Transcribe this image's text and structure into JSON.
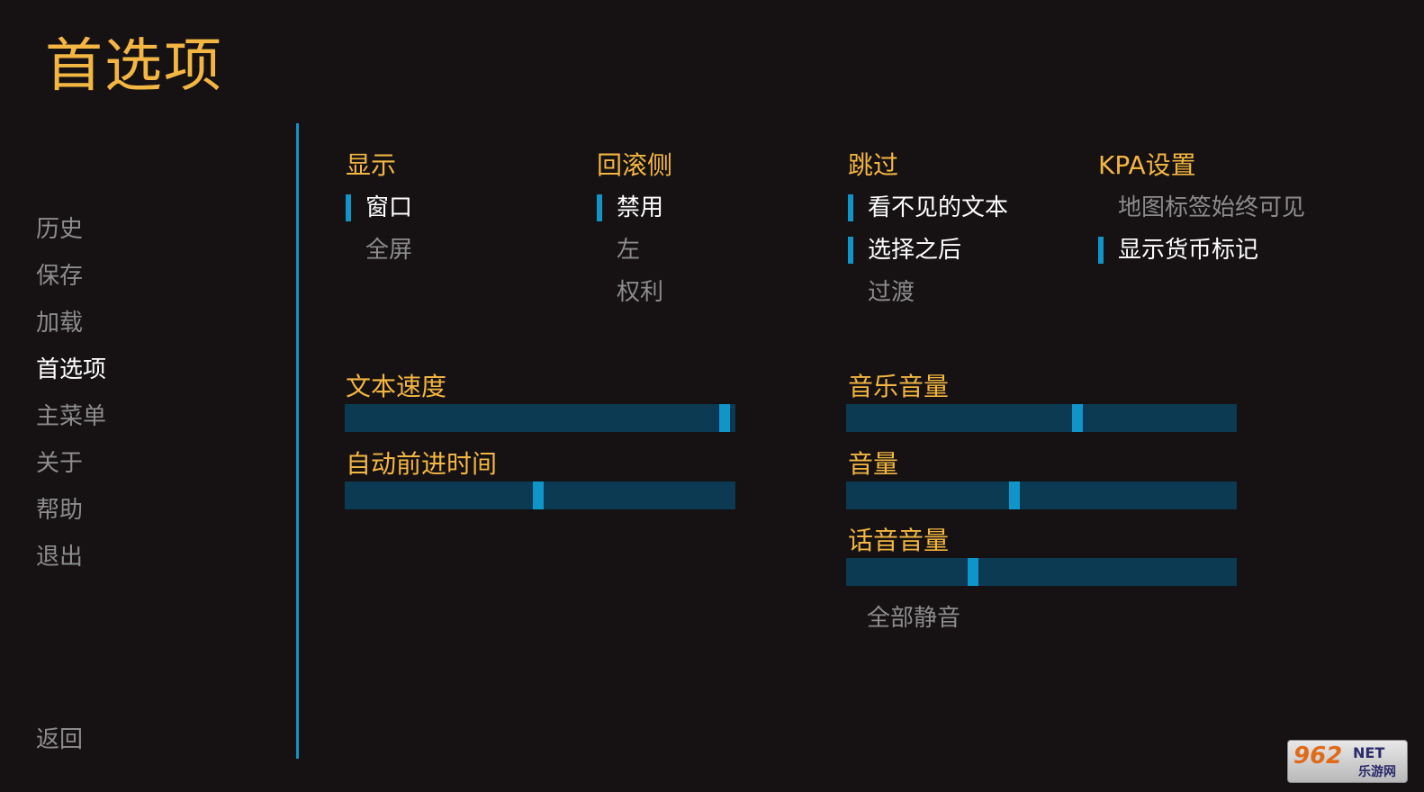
{
  "page_title": "首选项",
  "nav": {
    "items": [
      "历史",
      "保存",
      "加载",
      "首选项",
      "主菜单",
      "关于",
      "帮助",
      "退出"
    ],
    "active_index": 3,
    "back_label": "返回"
  },
  "groups": {
    "display": {
      "label": "显示",
      "options": [
        "窗口",
        "全屏"
      ],
      "selected": [
        0
      ]
    },
    "rollback": {
      "label": "回滚侧",
      "options": [
        "禁用",
        "左",
        "权利"
      ],
      "selected": [
        0
      ]
    },
    "skip": {
      "label": "跳过",
      "options": [
        "看不见的文本",
        "选择之后",
        "过渡"
      ],
      "selected": [
        0,
        1
      ]
    },
    "kpa": {
      "label": "KPA设置",
      "options": [
        "地图标签始终可见",
        "显示货币标记"
      ],
      "selected": [
        1
      ]
    }
  },
  "sliders": {
    "text_speed": {
      "label": "文本速度",
      "value": 0.985
    },
    "auto_forward": {
      "label": "自动前进时间",
      "value": 0.495
    },
    "music_volume": {
      "label": "音乐音量",
      "value": 0.595
    },
    "sound_volume": {
      "label": "音量",
      "value": 0.43
    },
    "voice_volume": {
      "label": "话音音量",
      "value": 0.32
    }
  },
  "mute_all_label": "全部静音",
  "watermark": {
    "brand": "962",
    "net": "NET",
    "site": "乐游网"
  },
  "colors": {
    "accent": "#f3b642",
    "selection": "#0f95c8",
    "track": "#0b3a52"
  }
}
